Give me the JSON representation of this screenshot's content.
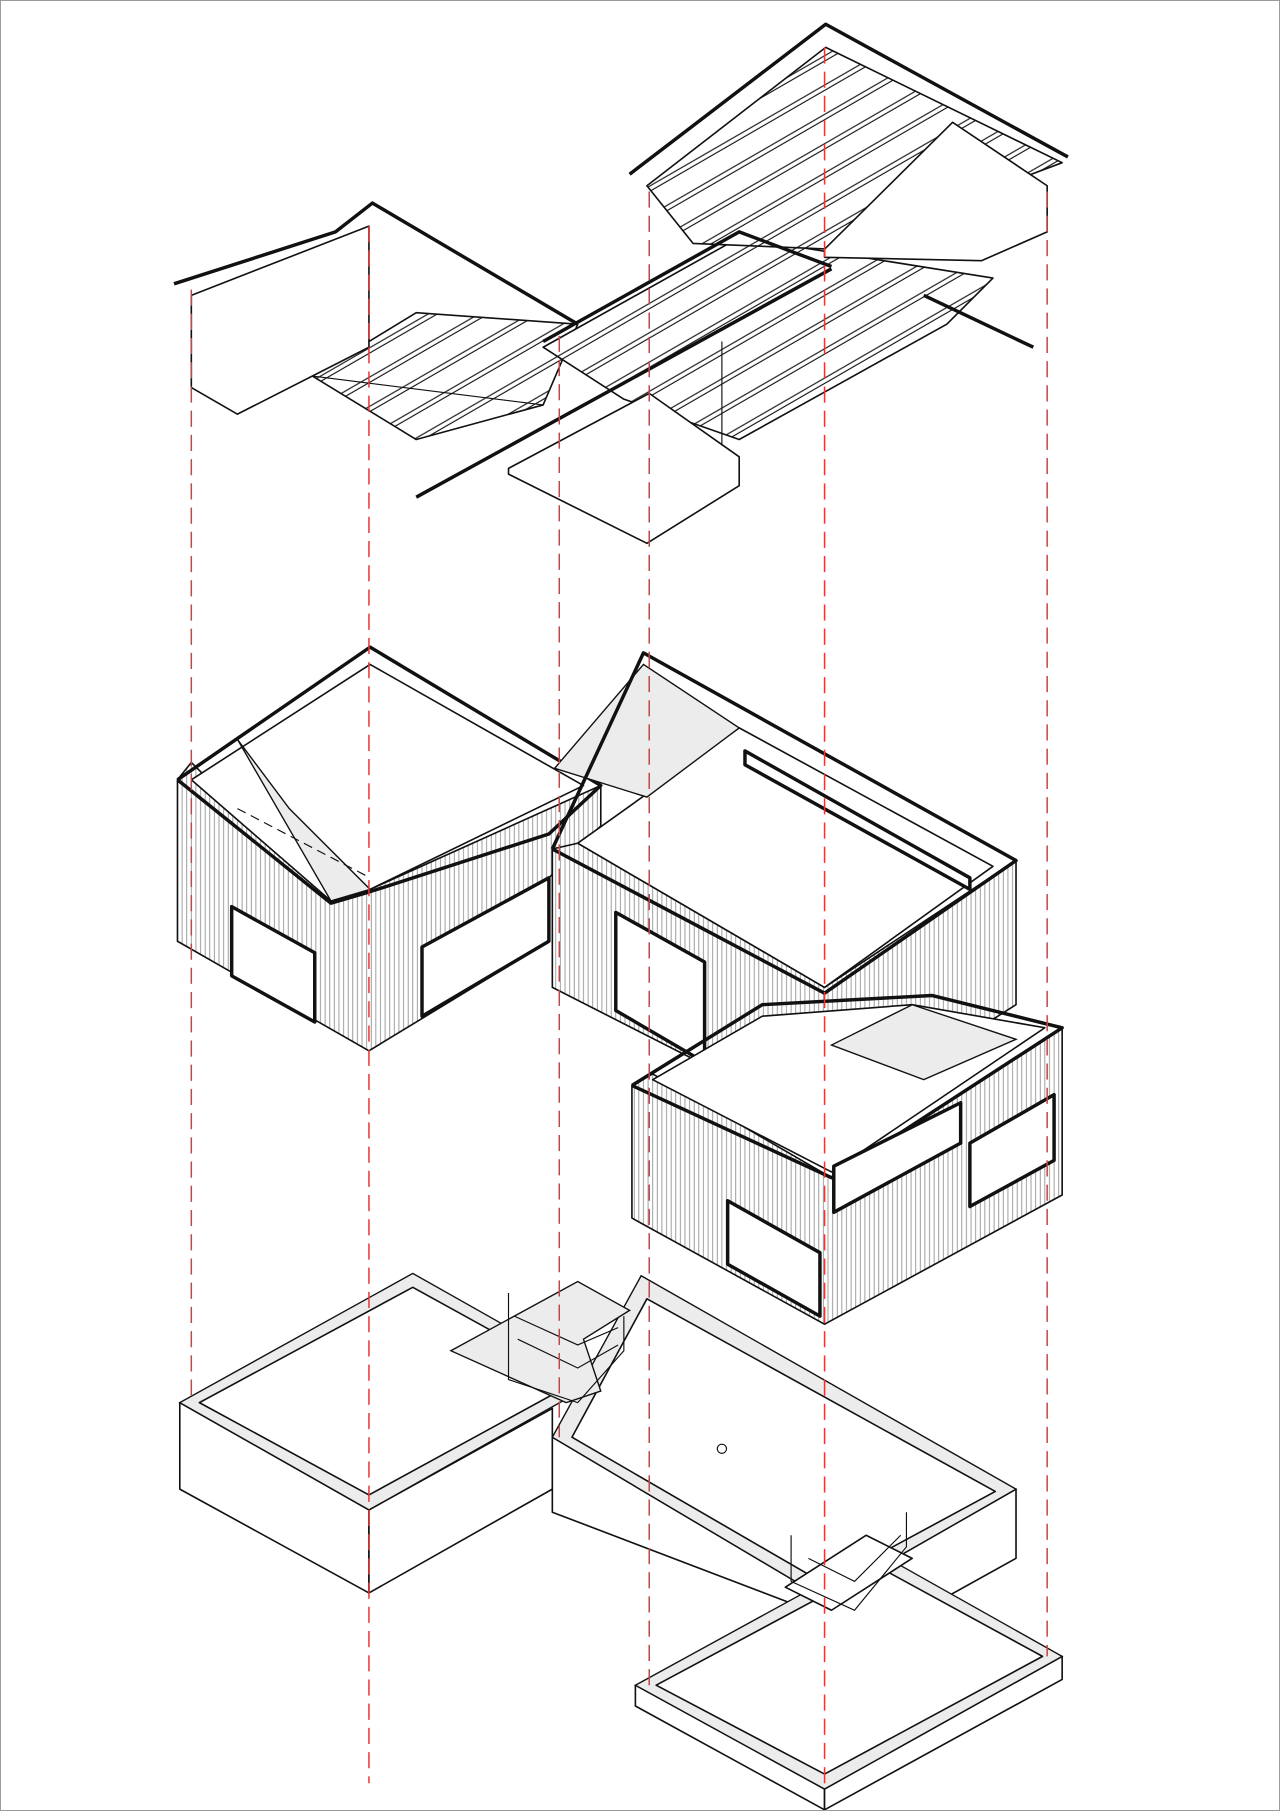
{
  "diagram": {
    "type": "exploded-axonometric",
    "layers": [
      "roof-structure",
      "walls",
      "foundation"
    ],
    "colors": {
      "projection_lines": "#e03a3a",
      "linework": "#111111",
      "shading": "#ececec",
      "background": "#ffffff"
    }
  }
}
